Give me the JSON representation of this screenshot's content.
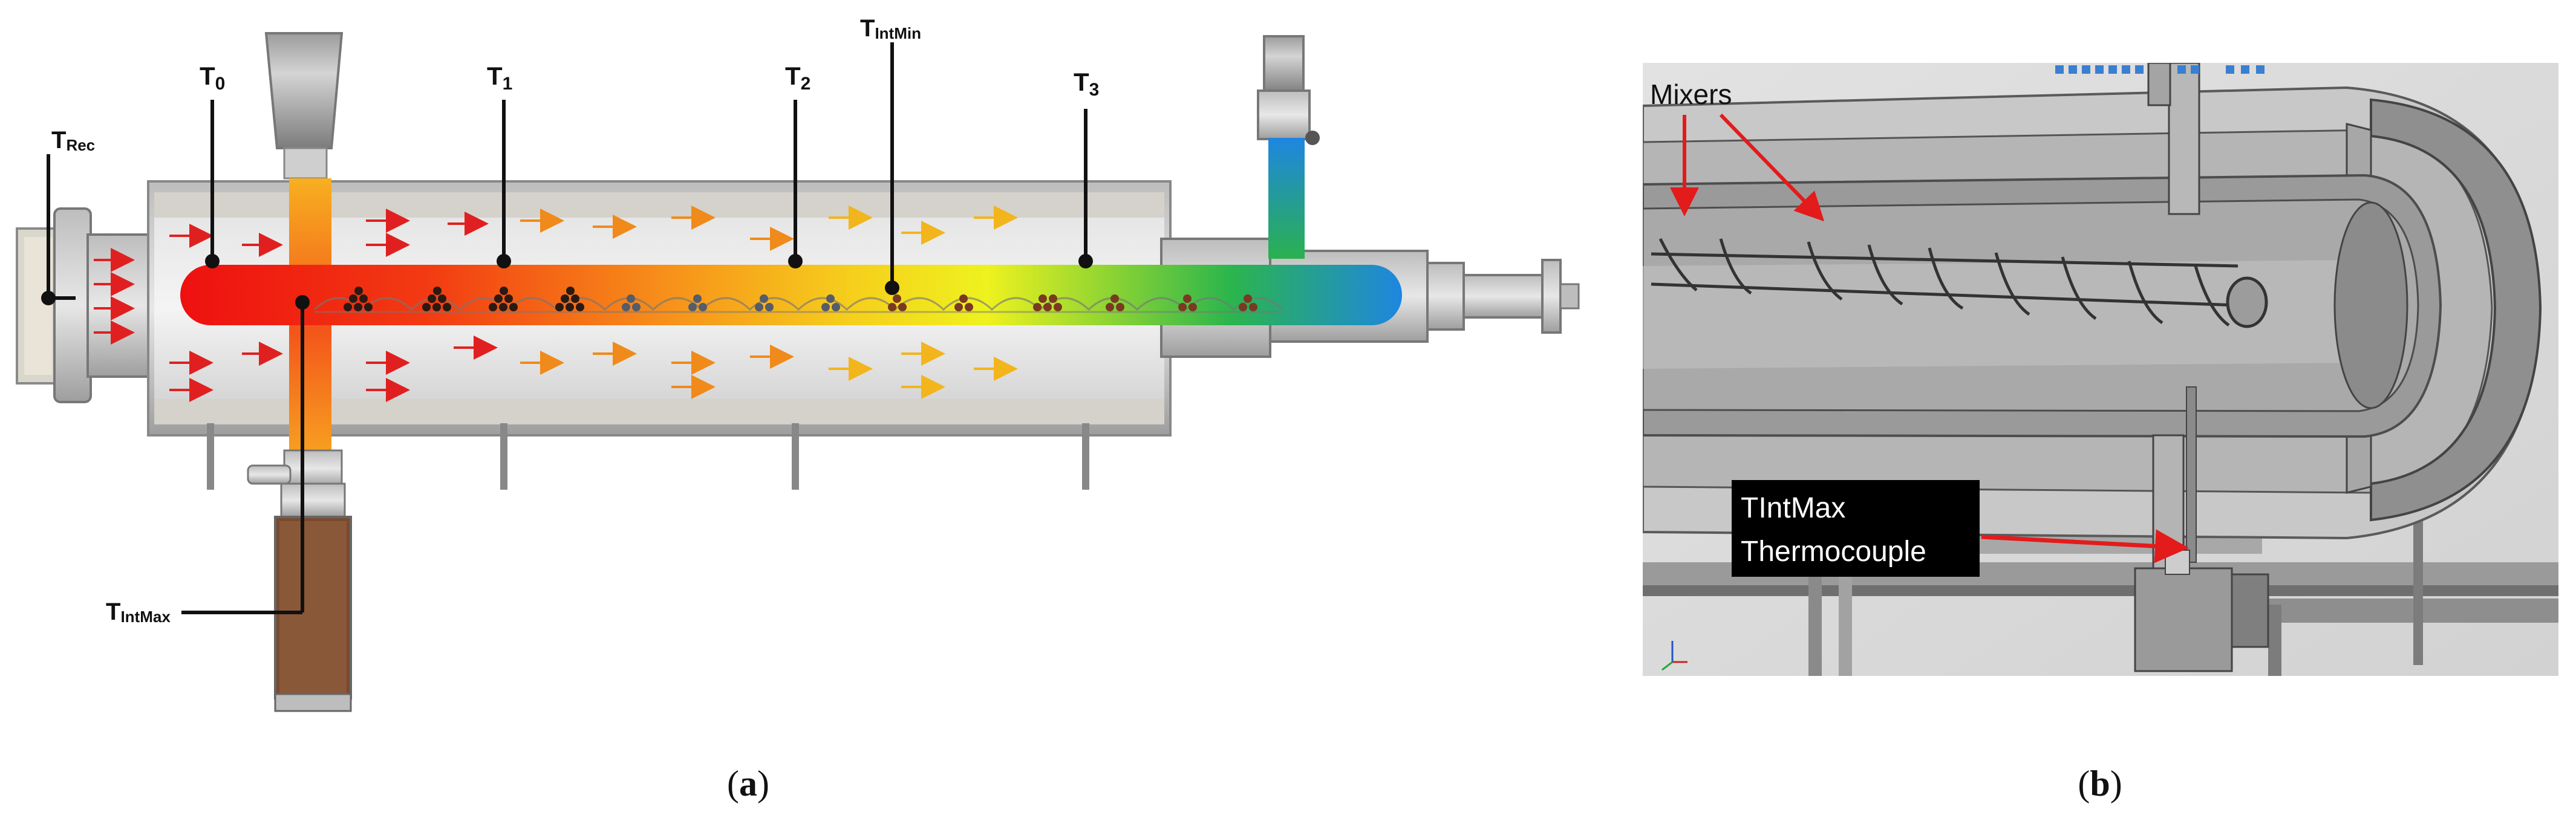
{
  "panel_a": {
    "caption_open": "(",
    "caption_letter": "a",
    "caption_close": ")",
    "labels": {
      "t0": {
        "main": "T",
        "sub": "0"
      },
      "t1": {
        "main": "T",
        "sub": "1"
      },
      "t2": {
        "main": "T",
        "sub": "2"
      },
      "t3": {
        "main": "T",
        "sub": "3"
      },
      "t_int_min": {
        "main": "T",
        "sub": "IntMin"
      },
      "t_rec": {
        "main": "T",
        "sub": "Rec"
      },
      "t_int_max": {
        "main": "T",
        "sub": "IntMax"
      }
    },
    "colors": {
      "hot": "#ee1111",
      "mid": "#f7e21c",
      "cool": "#1e8fe0",
      "shell": "#cfcfcf",
      "arrow_red": "#e02020",
      "arrow_orange": "#f08a1a"
    }
  },
  "panel_b": {
    "caption_open": "(",
    "caption_letter": "b",
    "caption_close": ")",
    "mixers_label": "Mixers",
    "thermocouple_line1": "TIntMax",
    "thermocouple_line2": "Thermocouple",
    "colors": {
      "annotation": "#e31b1b",
      "label_box": "#000000",
      "metal": "#8a8a8a"
    }
  }
}
